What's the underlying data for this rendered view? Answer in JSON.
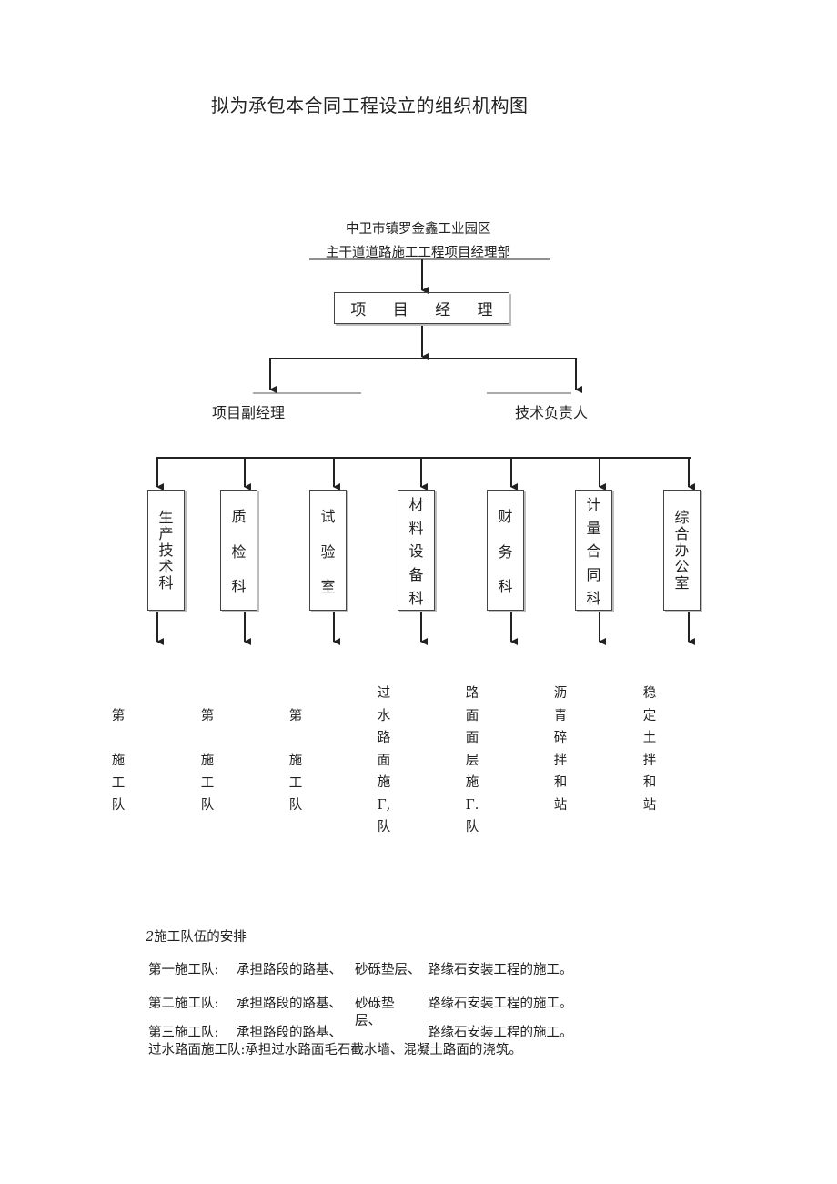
{
  "title": "拟为承包本合同工程设立的组织机构图",
  "org": {
    "line1": "中卫市镇罗金鑫工业园区",
    "line2": "主干道道路施工工程项目经理部"
  },
  "manager": "项 目 经 理",
  "deputy": "项目副经理",
  "tech_lead": "技术负责人",
  "departments": [
    {
      "chars": [
        "生",
        "产",
        "技",
        "术",
        "科"
      ]
    },
    {
      "chars": [
        "质",
        "检",
        "科"
      ]
    },
    {
      "chars": [
        "试",
        "验",
        "室"
      ]
    },
    {
      "chars": [
        "材",
        "料",
        "设",
        "备",
        "科"
      ]
    },
    {
      "chars": [
        "财",
        "务",
        "科"
      ]
    },
    {
      "chars": [
        "计",
        "量",
        "合",
        "同",
        "科"
      ]
    },
    {
      "chars": [
        "综",
        "合",
        "办",
        "公",
        "室"
      ]
    }
  ],
  "teams": [
    {
      "chars": [
        "第",
        "",
        "施",
        "工",
        "队"
      ]
    },
    {
      "chars": [
        "第",
        "",
        "施",
        "工",
        "队"
      ]
    },
    {
      "chars": [
        "第",
        "",
        "施",
        "工",
        "队"
      ]
    },
    {
      "chars": [
        "过",
        "水",
        "路",
        "面",
        "施",
        "Γ,",
        "队"
      ]
    },
    {
      "chars": [
        "路",
        "面",
        "面",
        "层",
        "施",
        "Γ.",
        "队"
      ]
    },
    {
      "chars": [
        "沥",
        "青",
        "碎",
        "拌",
        "和",
        "站"
      ]
    },
    {
      "chars": [
        "稳",
        "定",
        "土",
        "拌",
        "和",
        "站"
      ]
    }
  ],
  "section2": {
    "number": "2",
    "heading": "施工队伍的安排"
  },
  "assignments": {
    "r1_label": "第一施工队:",
    "r1_text1": "承担路段的路基、",
    "r1_text2": "砂砾垫层、",
    "r1_text3": "路缘石安装工程的施工。",
    "r2_label": "第二施工队:",
    "r2_text1": "承担路段的路基、",
    "r2_text2": "砂砾垫",
    "r2_text2b": "层、",
    "r2_text3": "路缘石安装工程的施工。",
    "r3_label": "第三施工队:",
    "r3_text1": "承担路段的路基、",
    "r3_text3": "路缘石安装工程的施工。",
    "r4_text": "过水路面施工队:承担过水路面毛石截水墙、混凝土路面的浇筑。"
  }
}
